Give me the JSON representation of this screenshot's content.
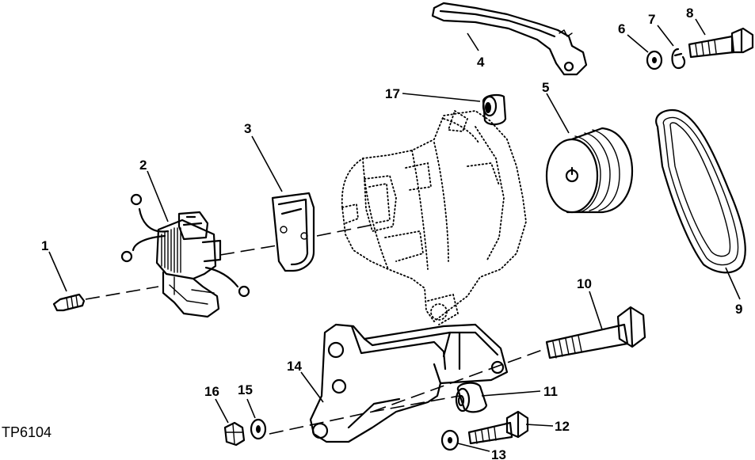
{
  "figure_code": "TP6104",
  "callouts": [
    "1",
    "2",
    "3",
    "4",
    "5",
    "6",
    "7",
    "8",
    "9",
    "10",
    "11",
    "12",
    "13",
    "14",
    "15",
    "16",
    "17"
  ]
}
